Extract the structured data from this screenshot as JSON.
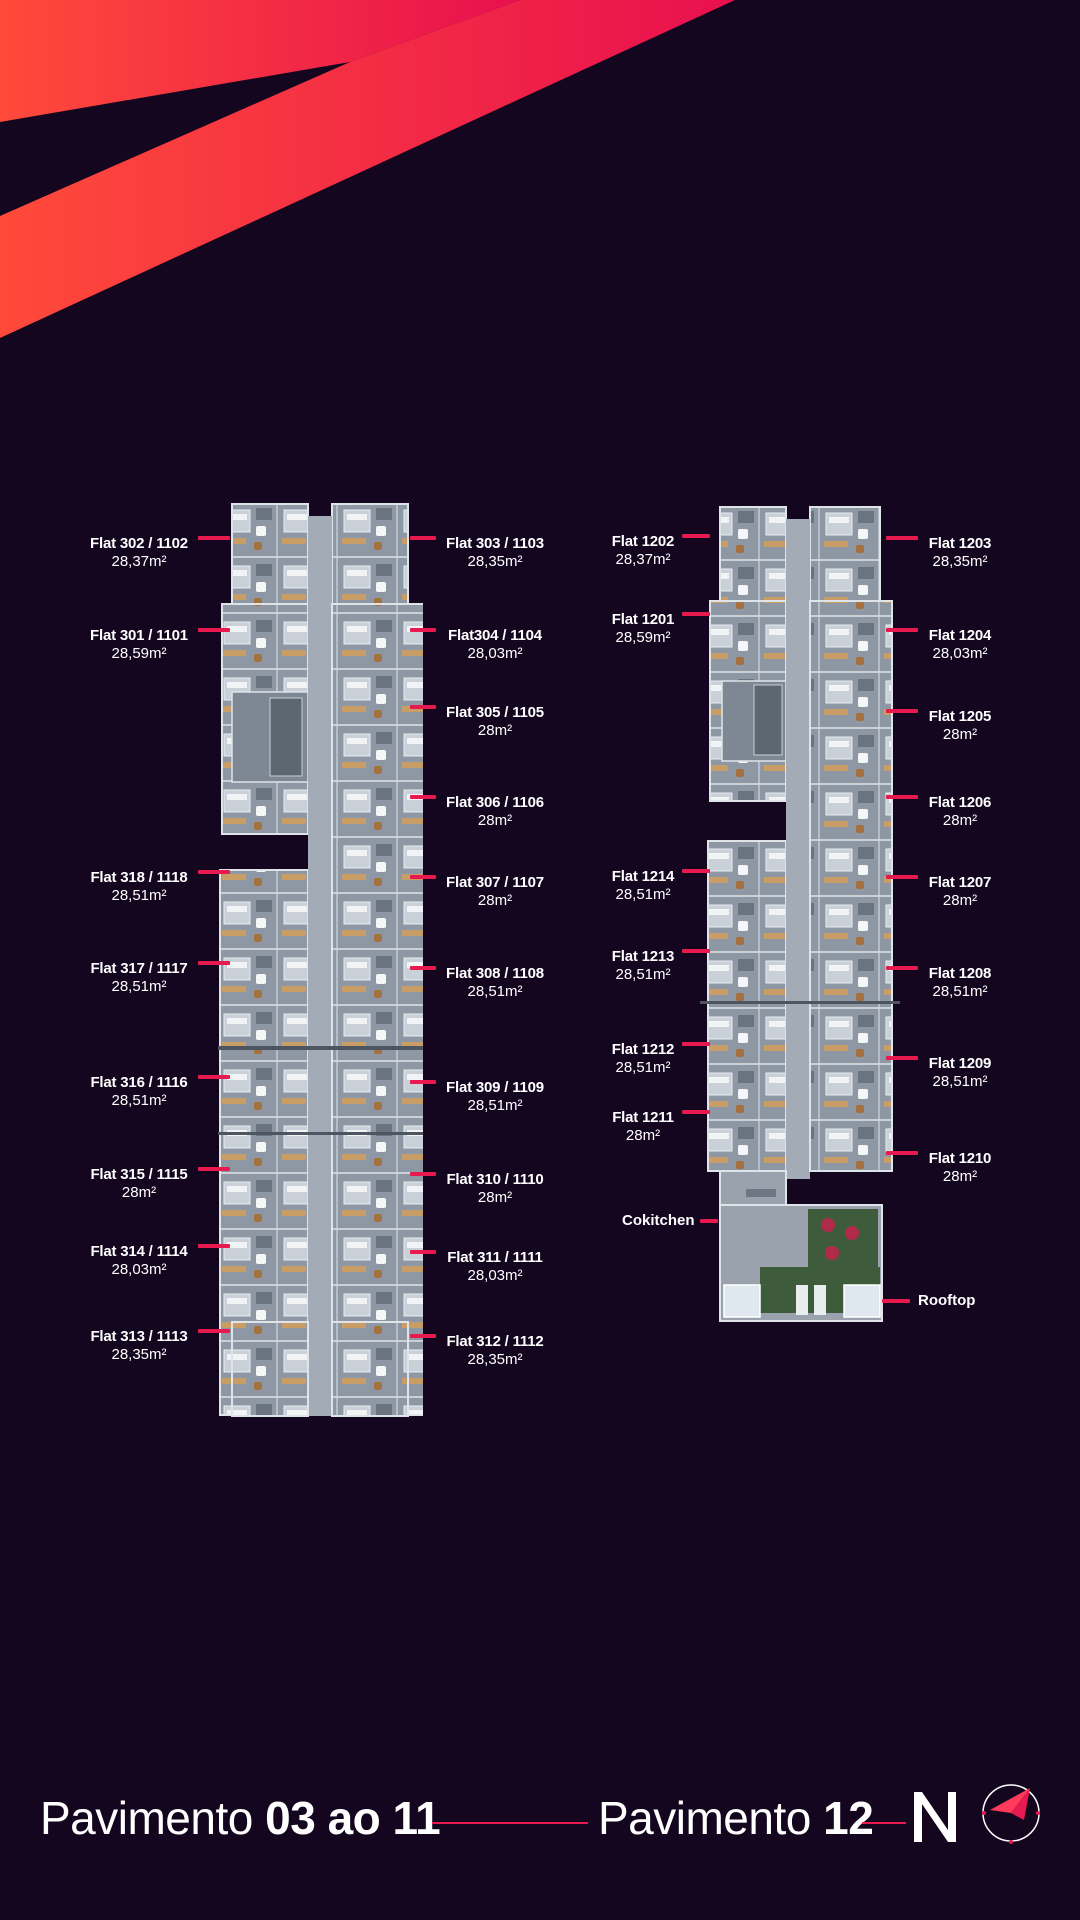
{
  "colors": {
    "background": "#14061f",
    "accent": "#e8194f",
    "accent_gradient_start": "#ff4a3a",
    "accent_gradient_end": "#e8104e",
    "plan_floor": "#8d97a3",
    "plan_wall": "#d7dde3"
  },
  "floor_a": {
    "left_labels": [
      {
        "name": "Flat 302 / 1102",
        "area": "28,37m²"
      },
      {
        "name": "Flat 301 / 1101",
        "area": "28,59m²"
      },
      {
        "name": "Flat 318 / 1118",
        "area": "28,51m²"
      },
      {
        "name": "Flat 317 / 1117",
        "area": "28,51m²"
      },
      {
        "name": "Flat 316 / 1116",
        "area": "28,51m²"
      },
      {
        "name": "Flat 315 / 1115",
        "area": "28m²"
      },
      {
        "name": "Flat 314 / 1114",
        "area": "28,03m²"
      },
      {
        "name": "Flat  313 / 1113",
        "area": "28,35m²"
      }
    ],
    "right_labels": [
      {
        "name": "Flat 303 / 1103",
        "area": "28,35m²"
      },
      {
        "name": "Flat304 / 1104",
        "area": "28,03m²"
      },
      {
        "name": "Flat 305 / 1105",
        "area": "28m²"
      },
      {
        "name": "Flat 306 / 1106",
        "area": "28m²"
      },
      {
        "name": "Flat 307 / 1107",
        "area": "28m²"
      },
      {
        "name": "Flat 308 / 1108",
        "area": "28,51m²"
      },
      {
        "name": "Flat 309 / 1109",
        "area": "28,51m²"
      },
      {
        "name": "Flat 310 / 1110",
        "area": "28m²"
      },
      {
        "name": "Flat 311 / 1111",
        "area": "28,03m²"
      },
      {
        "name": "Flat 312 / 1112",
        "area": "28,35m²"
      }
    ]
  },
  "floor_b": {
    "left_labels": [
      {
        "name": "Flat 1202",
        "area": "28,37m²"
      },
      {
        "name": "Flat 1201",
        "area": "28,59m²"
      },
      {
        "name": "Flat 1214",
        "area": "28,51m²"
      },
      {
        "name": "Flat 1213",
        "area": "28,51m²"
      },
      {
        "name": "Flat 1212",
        "area": "28,51m²"
      },
      {
        "name": "Flat 1211",
        "area": "28m²"
      }
    ],
    "right_labels": [
      {
        "name": "Flat 1203",
        "area": "28,35m²"
      },
      {
        "name": "Flat 1204",
        "area": "28,03m²"
      },
      {
        "name": "Flat 1205",
        "area": "28m²"
      },
      {
        "name": "Flat 1206",
        "area": "28m²"
      },
      {
        "name": "Flat 1207",
        "area": "28m²"
      },
      {
        "name": "Flat 1208",
        "area": "28,51m²"
      },
      {
        "name": "Flat 1209",
        "area": "28,51m²"
      },
      {
        "name": "Flat 1210",
        "area": "28m²"
      }
    ],
    "cokitchen": "Cokitchen",
    "rooftop": "Rooftop"
  },
  "footer": {
    "floor_a_prefix": "Pavimento ",
    "floor_a_range": "03 ao 11",
    "floor_b_prefix": "Pavimento ",
    "floor_b_number": "12"
  },
  "icons": {
    "logo": "n-logo-icon",
    "compass": "compass-north-icon"
  }
}
